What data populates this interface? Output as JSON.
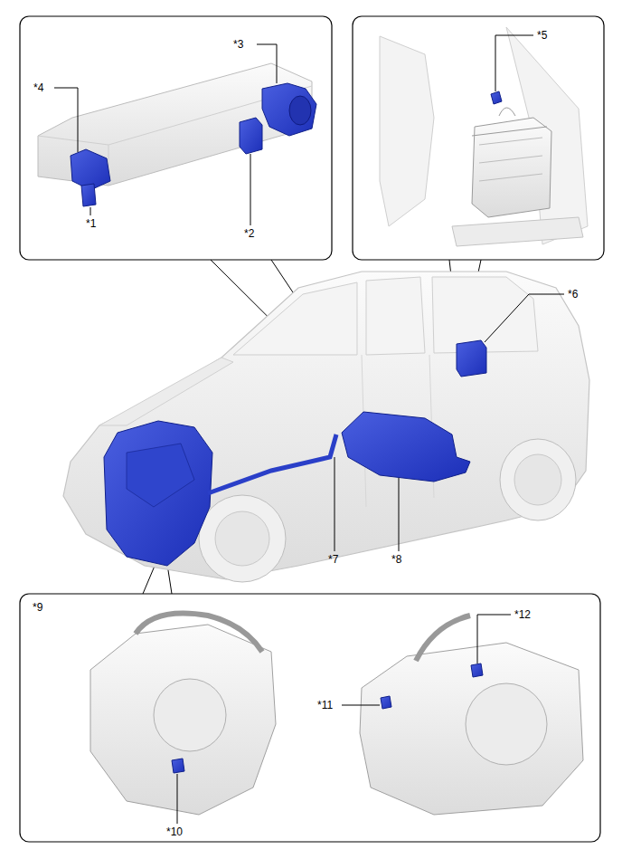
{
  "diagram": {
    "labels": [
      "*1",
      "*2",
      "*3",
      "*4",
      "*5",
      "*6",
      "*7",
      "*8",
      "*9",
      "*10",
      "*11",
      "*12"
    ]
  }
}
